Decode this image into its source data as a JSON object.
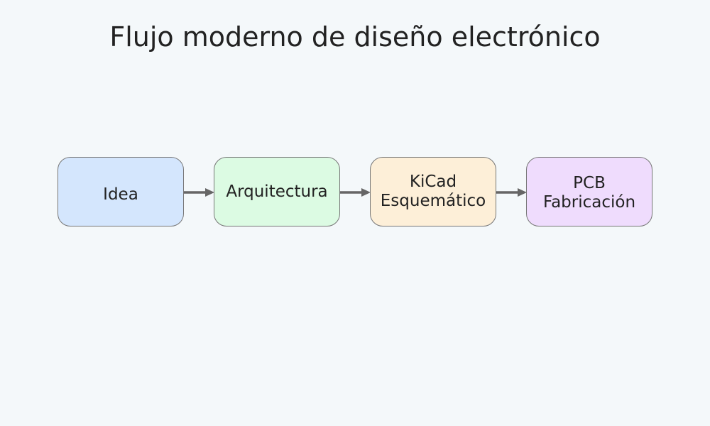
{
  "title": "Flujo moderno de diseño electrónico",
  "nodes": [
    {
      "lines": [
        "Idea"
      ],
      "color": "#d4e6fd"
    },
    {
      "lines": [
        "Arquitectura"
      ],
      "color": "#dcfbe3"
    },
    {
      "lines": [
        "KiCad",
        "Esquemático"
      ],
      "color": "#fdefd8"
    },
    {
      "lines": [
        "PCB",
        "Fabricación"
      ],
      "color": "#efdcfd"
    }
  ],
  "edges": [
    {
      "from": "Idea",
      "to": "Arquitectura"
    },
    {
      "from": "Arquitectura",
      "to": "KiCad Esquemático"
    },
    {
      "from": "KiCad Esquemático",
      "to": "PCB Fabricación"
    }
  ],
  "colors": {
    "background": "#f4f8fa",
    "border": "#777777",
    "arrow": "#666666",
    "text": "#222222"
  }
}
